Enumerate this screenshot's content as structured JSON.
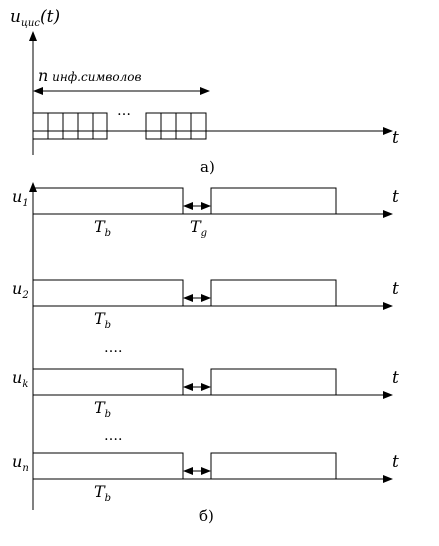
{
  "top": {
    "axis_label_main": "u",
    "axis_label_sub": "цис",
    "axis_label_arg": "(t)",
    "n_label": "n",
    "n_label_rest": " инф.символов",
    "dots": "…",
    "t_label": "t",
    "caption": "а)"
  },
  "bottom": {
    "caption": "б)",
    "mid_dots": "….",
    "signals": [
      {
        "name": "u",
        "sub": "1",
        "t_label": "t",
        "tb_label": "T",
        "tb_sub": "b",
        "tg_label": "T",
        "tg_sub": "g"
      },
      {
        "name": "u",
        "sub": "2",
        "t_label": "t",
        "tb_label": "T",
        "tb_sub": "b"
      },
      {
        "name": "u",
        "sub": "k",
        "t_label": "t",
        "tb_label": "T",
        "tb_sub": "b"
      },
      {
        "name": "u",
        "sub": "n",
        "t_label": "t",
        "tb_label": "T",
        "tb_sub": "b"
      }
    ]
  },
  "colors": {
    "ink": "#000000",
    "background": "#ffffff"
  }
}
